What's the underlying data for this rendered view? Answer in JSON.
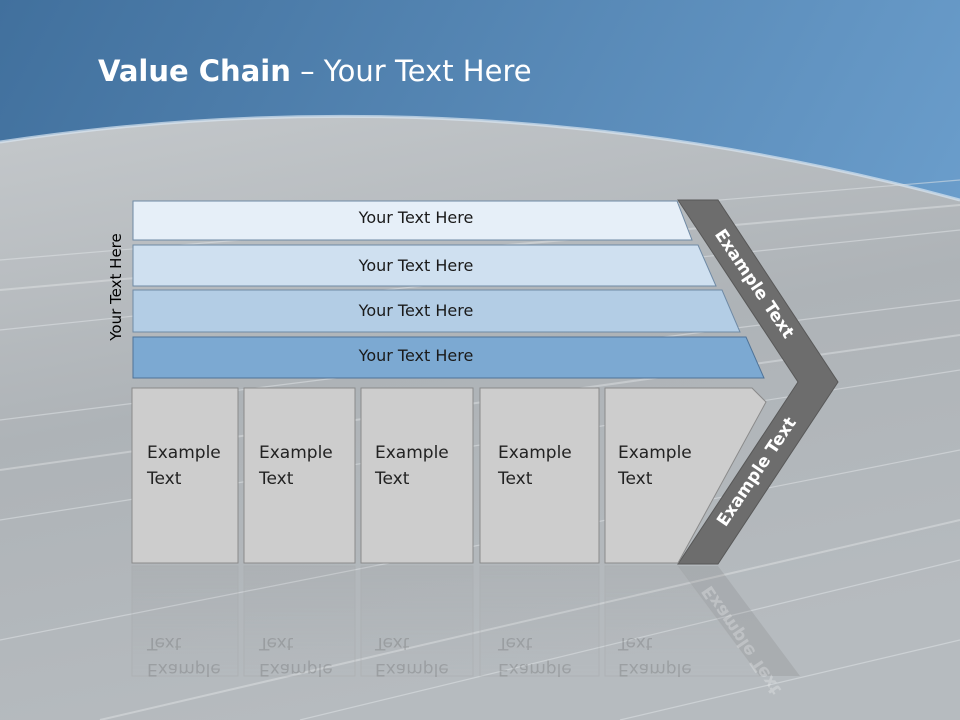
{
  "slide": {
    "title_bold": "Value Chain",
    "title_rest": " – Your Text Here",
    "side_label": "Your Text Here"
  },
  "bars": [
    {
      "label": "Your Text Here",
      "fill": "#e6eff8"
    },
    {
      "label": "Your Text Here",
      "fill": "#cfe0f0"
    },
    {
      "label": "Your Text Here",
      "fill": "#b3cde5"
    },
    {
      "label": "Your Text Here",
      "fill": "#7ca9d2"
    }
  ],
  "boxes": [
    {
      "line1": "Example",
      "line2": "Text"
    },
    {
      "line1": "Example",
      "line2": "Text"
    },
    {
      "line1": "Example",
      "line2": "Text"
    },
    {
      "line1": "Example",
      "line2": "Text"
    },
    {
      "line1": "Example",
      "line2": "Text"
    }
  ],
  "chevron": {
    "upper_label": "Example Text",
    "lower_label": "Example Text",
    "fill": "#6d6d6d"
  },
  "colors": {
    "sky_top": "#3f6f9c",
    "sky_bottom": "#6a9ccb",
    "ground": "#b8bcbf",
    "box_fill": "#cdcdcd"
  }
}
